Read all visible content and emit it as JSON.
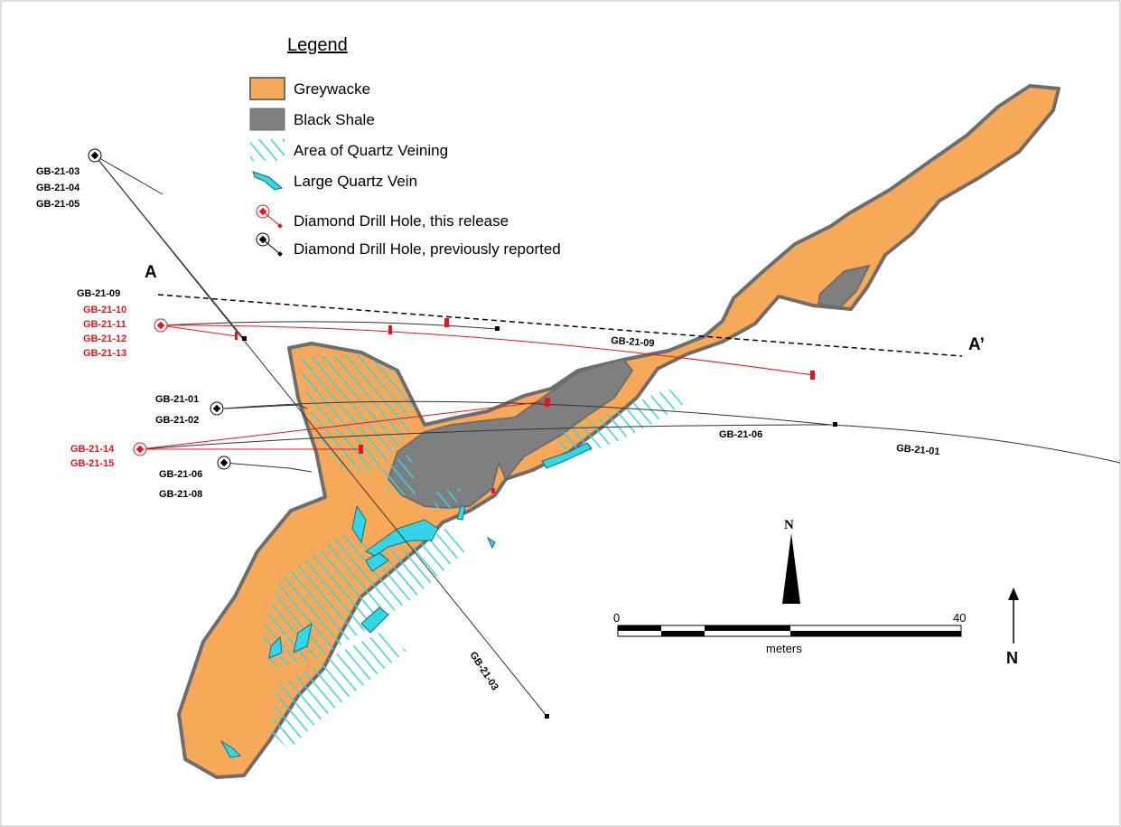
{
  "legend": {
    "title": "Legend",
    "items": [
      {
        "label": "Greywacke"
      },
      {
        "label": "Black Shale"
      },
      {
        "label": "Area of Quartz Veining"
      },
      {
        "label": "Large Quartz Vein"
      },
      {
        "label": "Diamond Drill Hole, this release"
      },
      {
        "label": "Diamond Drill Hole, previously reported"
      }
    ]
  },
  "colors": {
    "greywacke": "#f7a959",
    "black_shale": "#7f7f7f",
    "outline": "#6d6d6d",
    "quartz": "#33d6e8",
    "drill_new": "#e8141c",
    "drill_old": "#000000"
  },
  "collar_labels": {
    "group_1": [
      "GB-21-03",
      "GB-21-04",
      "GB-21-05"
    ],
    "group_2": [
      "GB-21-09"
    ],
    "group_3": [
      "GB-21-10",
      "GB-21-11",
      "GB-21-12",
      "GB-21-13"
    ],
    "group_4": [
      "GB-21-01",
      "GB-21-02"
    ],
    "group_5": [
      "GB-21-14",
      "GB-21-15"
    ],
    "group_6": [
      "GB-21-06",
      "GB-21-08"
    ]
  },
  "trace_labels": {
    "t09": "GB-21-09",
    "t06": "GB-21-06",
    "t01": "GB-21-01",
    "t03": "GB-21-03"
  },
  "section": {
    "start": "A",
    "end": "A’"
  },
  "scale_bar": {
    "min_label": "0",
    "max_label": "40",
    "unit": "meters"
  },
  "north_symbol": "N",
  "north_arrow": "N"
}
